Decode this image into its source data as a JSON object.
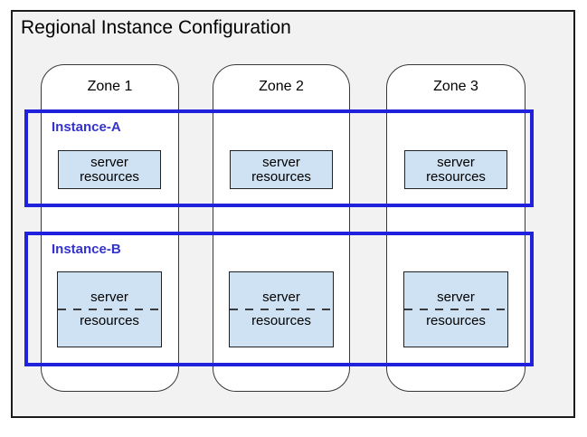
{
  "page": {
    "title": "Regional Instance Configuration"
  },
  "colors": {
    "region_background": "#f2f2f2",
    "region_border": "#1c1c1c",
    "zone_fill": "#ffffff",
    "zone_border": "#383838",
    "instance_border_blue": "#2020dd",
    "instance_label_blue": "#3333cc",
    "server_box_fill": "#cfe2f3",
    "server_box_border": "#222222"
  },
  "zones": [
    {
      "label": "Zone 1"
    },
    {
      "label": "Zone 2"
    },
    {
      "label": "Zone 3"
    }
  ],
  "instances": [
    {
      "label": "Instance-A",
      "boxes": [
        {
          "line1": "server",
          "line2": "resources"
        },
        {
          "line1": "server",
          "line2": "resources"
        },
        {
          "line1": "server",
          "line2": "resources"
        }
      ]
    },
    {
      "label": "Instance-B",
      "boxes": [
        {
          "line1": "server",
          "line2": "resources"
        },
        {
          "line1": "server",
          "line2": "resources"
        },
        {
          "line1": "server",
          "line2": "resources"
        }
      ]
    }
  ]
}
